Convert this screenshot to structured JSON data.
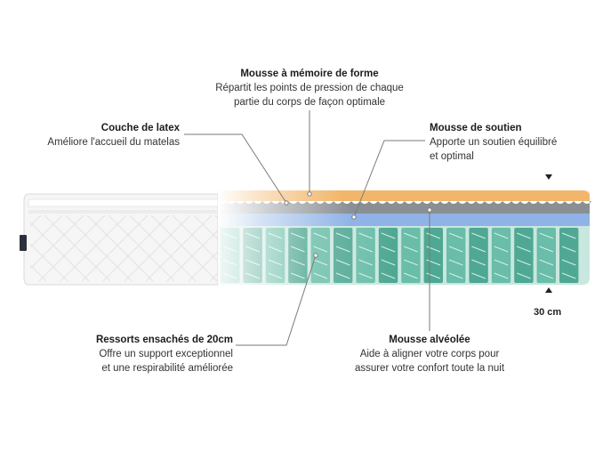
{
  "callouts": {
    "memory_foam": {
      "title": "Mousse à mémoire de forme",
      "desc": [
        "Répartit les points de pression de chaque",
        "partie du corps de façon optimale"
      ]
    },
    "latex": {
      "title": "Couche de latex",
      "desc": [
        "Améliore l'accueil du matelas"
      ]
    },
    "support_foam": {
      "title": "Mousse de soutien",
      "desc": [
        "Apporte un soutien équilibré",
        "et optimal"
      ]
    },
    "springs": {
      "title": "Ressorts ensachés de 20cm",
      "desc": [
        "Offre un support exceptionnel",
        "et une respirabilité améliorée"
      ]
    },
    "cell_foam": {
      "title": "Mousse alvéolée",
      "desc": [
        "Aide à aligner votre corps pour",
        "assurer votre confort toute la nuit"
      ]
    }
  },
  "dimension": {
    "height_label": "30 cm"
  },
  "colors": {
    "memory_foam": "#f2b66b",
    "latex": "#8a8f94",
    "support_foam": "#8fb3e6",
    "springs": "#5fb3a0",
    "cover": "#f7f7f7",
    "leader": "#7a7a7a"
  }
}
